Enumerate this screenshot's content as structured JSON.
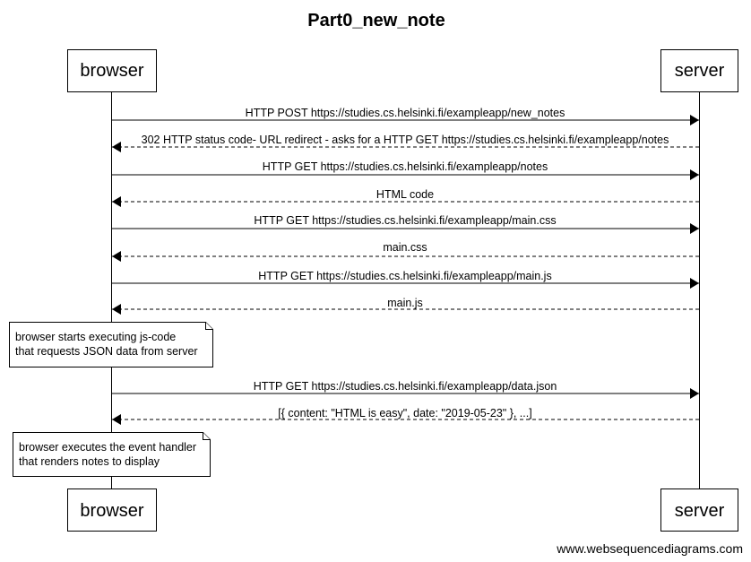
{
  "title": "Part0_new_note",
  "participants": {
    "browser": "browser",
    "server": "server"
  },
  "messages": [
    {
      "from": "browser",
      "to": "server",
      "style": "solid",
      "label": "HTTP POST https://studies.cs.helsinki.fi/exampleapp/new_notes"
    },
    {
      "from": "server",
      "to": "browser",
      "style": "dashed",
      "label": "302 HTTP status code- URL redirect - asks for a HTTP GET https://studies.cs.helsinki.fi/exampleapp/notes"
    },
    {
      "from": "browser",
      "to": "server",
      "style": "solid",
      "label": "HTTP GET https://studies.cs.helsinki.fi/exampleapp/notes"
    },
    {
      "from": "server",
      "to": "browser",
      "style": "dashed",
      "label": "HTML code"
    },
    {
      "from": "browser",
      "to": "server",
      "style": "solid",
      "label": "HTTP GET https://studies.cs.helsinki.fi/exampleapp/main.css"
    },
    {
      "from": "server",
      "to": "browser",
      "style": "dashed",
      "label": "main.css"
    },
    {
      "from": "browser",
      "to": "server",
      "style": "solid",
      "label": "HTTP GET https://studies.cs.helsinki.fi/exampleapp/main.js"
    },
    {
      "from": "server",
      "to": "browser",
      "style": "dashed",
      "label": "main.js"
    },
    {
      "from": "browser",
      "to": "server",
      "style": "solid",
      "label": "HTTP GET https://studies.cs.helsinki.fi/exampleapp/data.json"
    },
    {
      "from": "server",
      "to": "browser",
      "style": "dashed",
      "label": "[{ content: \"HTML is easy\", date: \"2019-05-23\" }, ...]"
    }
  ],
  "notes": [
    {
      "lines": [
        "browser starts executing js-code",
        "that requests JSON data from server"
      ]
    },
    {
      "lines": [
        "browser executes the event handler",
        "that renders notes to display"
      ]
    }
  ],
  "footer": "www.websequencediagrams.com"
}
